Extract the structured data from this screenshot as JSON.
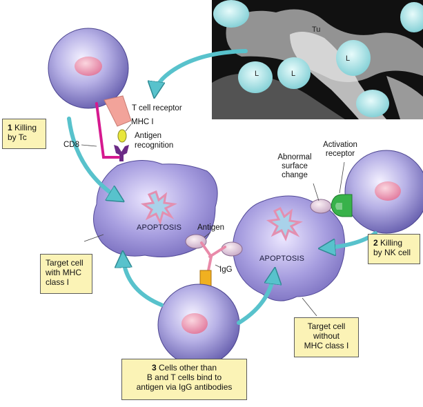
{
  "photo_labels": {
    "tu": "Tu",
    "l1": "L",
    "l2": "L",
    "l3": "L"
  },
  "labels": {
    "t_cell_receptor": "T cell receptor",
    "mhc_i": "MHC I",
    "antigen_recognition_1": "Antigen",
    "antigen_recognition_2": "recognition",
    "cd8": "CD8",
    "apoptosis_left": "APOPTOSIS",
    "apoptosis_right": "APOPTOSIS",
    "antigen": "Antigen",
    "igg": "IgG",
    "abnormal_1": "Abnormal",
    "abnormal_2": "surface",
    "abnormal_3": "change",
    "activation_1": "Activation",
    "activation_2": "receptor"
  },
  "boxes": {
    "killing_tc": {
      "num": "1",
      "line1": "Killing",
      "line2": "by Tc"
    },
    "killing_nk": {
      "num": "2",
      "line1": "Killing",
      "line2": "by NK cell"
    },
    "target_mhc": {
      "line1": "Target cell",
      "line2": "with MHC",
      "line3": "class I"
    },
    "target_no_mhc": {
      "line1": "Target cell",
      "line2": "without",
      "line3": "MHC class I"
    },
    "cells_other": {
      "num": "3",
      "line1": "Cells other than",
      "line2": "B and T cells bind to",
      "line3": "antigen via IgG antibodies"
    }
  },
  "colors": {
    "box_fill": "#fbf3b6",
    "arrow": "#58c2cc",
    "cell_purple": "#7d77c2",
    "nucleus_pink": "#e98aa9",
    "cd8_magenta": "#d6198f",
    "receptor_pink": "#f2a39a",
    "mhc_purple": "#6b2a86",
    "antigen_yellow": "#e8e63c",
    "igg_orange": "#f0b020",
    "activation_green": "#38b24a"
  }
}
